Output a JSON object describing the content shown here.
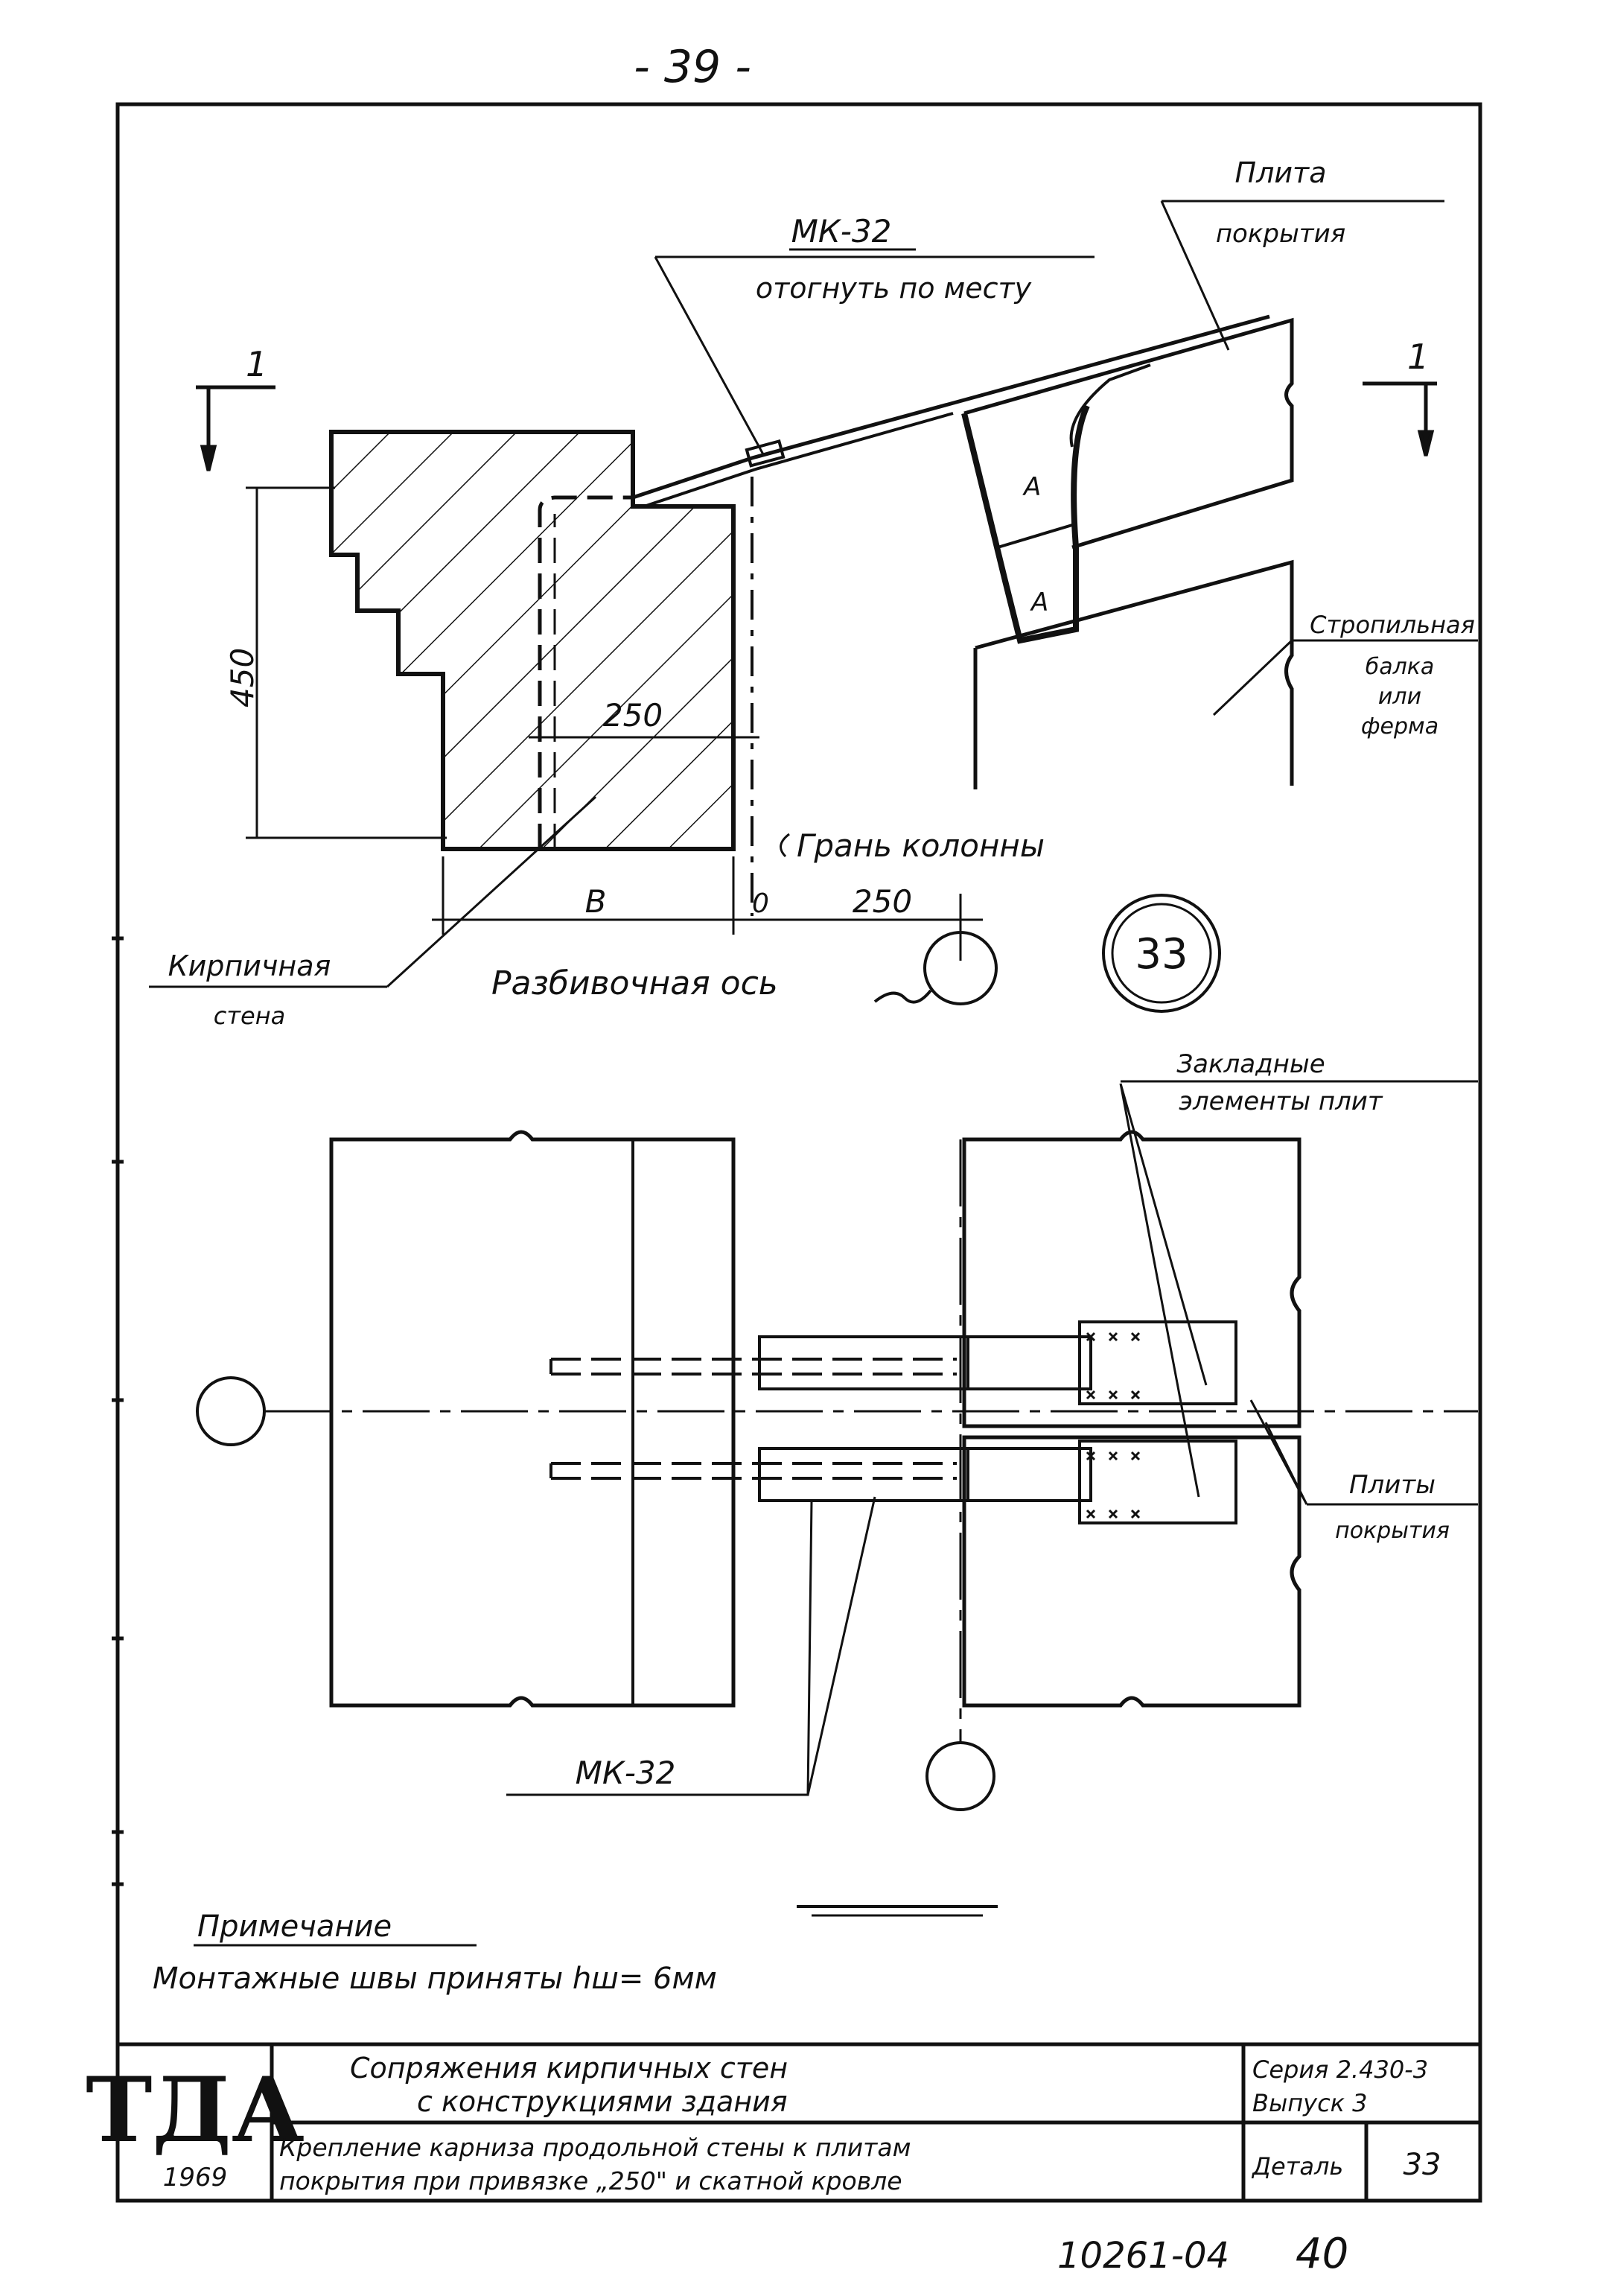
{
  "page_number": "- 39 -",
  "detail_circle": "33",
  "labels": {
    "mk32_callout": "МК-32",
    "bend_on_site": "отогнуть по месту",
    "slab_line1": "Плита",
    "slab_line2": "покрытия",
    "rafter_line1": "Стропильная",
    "rafter_line2": "балка",
    "rafter_line3": "или",
    "rafter_line4": "ферма",
    "section_mark_left": "1",
    "section_mark_right": "1",
    "dim_height": "450",
    "dim_250_inner": "250",
    "column_face": "Грань колонны",
    "dim_b": "В",
    "dim_zero": "0",
    "dim_250_bottom": "250",
    "brick_wall_line1": "Кирпичная",
    "brick_wall_line2": "стена",
    "alignment_axis": "Разбивочная ось",
    "embedded_line1": "Закладные",
    "embedded_line2": "элементы плит",
    "slabs_line1": "Плиты",
    "slabs_line2": "покрытия",
    "mk32_bottom": "МК-32",
    "section_title": "1-1"
  },
  "note": {
    "heading": "Примечание",
    "text": "Монтажные швы приняты hш= 6мм"
  },
  "title_block": {
    "logo": "ТДА",
    "year": "1969",
    "title_line1": "Сопряжения кирпичных стен",
    "title_line2": "с конструкциями здания",
    "series": "Серия 2.430-3",
    "issue": "Выпуск 3",
    "subtitle_line1": "Крепление карниза продольной стены к плитам",
    "subtitle_line2": "покрытия при привязке „250\" и скатной кровле",
    "detail_label": "Деталь",
    "detail_number": "33"
  },
  "footer_code": "10261-04",
  "footer_page": "40"
}
